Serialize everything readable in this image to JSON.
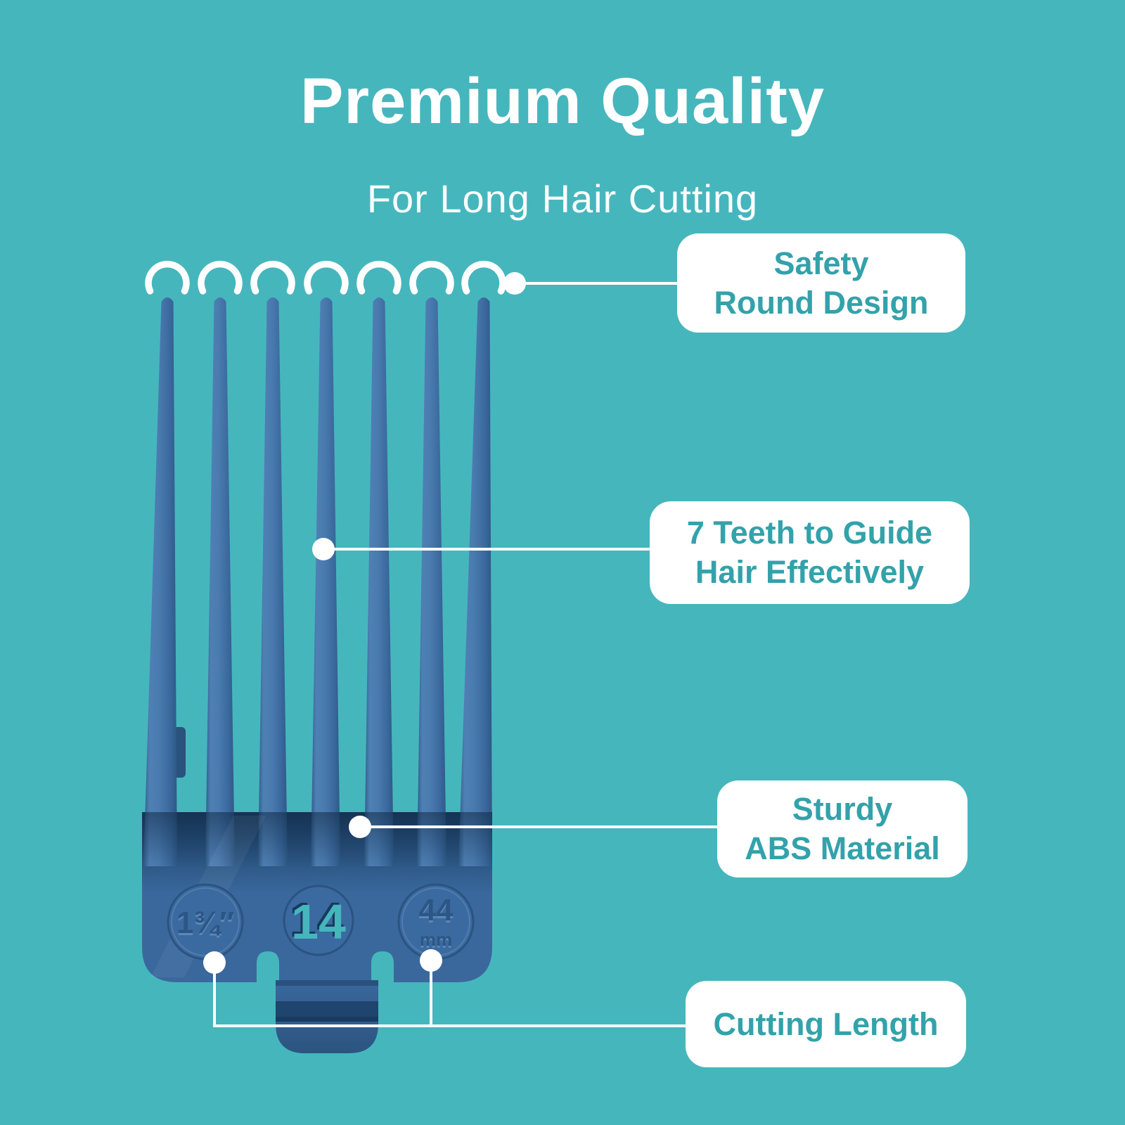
{
  "header": {
    "title": "Premium Quality",
    "subtitle": "For Long Hair Cutting"
  },
  "callouts": [
    {
      "line1": "Safety",
      "line2": "Round Design"
    },
    {
      "line1": "7 Teeth to Guide",
      "line2": "Hair Effectively"
    },
    {
      "line1": "Sturdy",
      "line2": "ABS Material"
    },
    {
      "line1": "Cutting Length",
      "line2": ""
    }
  ],
  "comb": {
    "teeth_count": 7,
    "markings": {
      "inches": "1¾″",
      "guard_number": "14",
      "mm_value": "44",
      "mm_unit": "mm"
    }
  },
  "colors": {
    "background": "#46b6bd",
    "card_background": "#ffffff",
    "callout_text": "#33a2aa",
    "heading_text": "#ffffff",
    "comb_blue": "#3e6fa4",
    "comb_dark_blue": "#24496f",
    "marker_white": "#ffffff"
  }
}
